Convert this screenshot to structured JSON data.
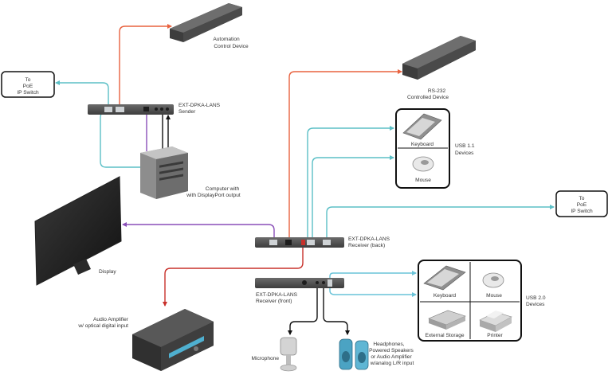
{
  "labels": {
    "automation_line1": "Automation",
    "automation_line2": "Control Device",
    "poe_left_line1": "To",
    "poe_left_line2": "PoE",
    "poe_left_line3": "IP Switch",
    "sender_line1": "EXT-DPKA-LANS",
    "sender_line2": "Sender",
    "computer_line1": "Computer with",
    "computer_line2": "with DisplayPort output",
    "rs232_line1": "RS-232",
    "rs232_line2": "Controlled Device",
    "usb11_keyboard": "Keyboard",
    "usb11_mouse": "Mouse",
    "usb11_line1": "USB 1.1",
    "usb11_line2": "Devices",
    "poe_right_line1": "To",
    "poe_right_line2": "PoE",
    "poe_right_line3": "IP Switch",
    "display": "Display",
    "receiver_back_line1": "EXT-DPKA-LANS",
    "receiver_back_line2": "Receiver (back)",
    "receiver_front_line1": "EXT-DPKA-LANS",
    "receiver_front_line2": "Receiver (front)",
    "usb20_keyboard": "Keyboard",
    "usb20_mouse": "Mouse",
    "usb20_storage": "External Storage",
    "usb20_printer": "Printer",
    "usb20_line1": "USB 2.0",
    "usb20_line2": "Devices",
    "amp_line1": "Audio Amplifier",
    "amp_line2": "w/ optical digital input",
    "microphone": "Microphone",
    "headphones_line1": "Headphones,",
    "headphones_line2": "Powered Speakers",
    "headphones_line3": "or Audio Amplifier",
    "headphones_line4": "w/analog L/R input"
  },
  "colors": {
    "serial_cable": "#e8623f",
    "ethernet_cable": "#5bbfc6",
    "displayport_cable": "#8a4fb8",
    "usb_cable": "#111111",
    "optical_cable": "#c8302a",
    "usb20_cable": "#69c3d8",
    "device_body": "#4b4b4b",
    "box_border": "#111111"
  },
  "icons": {
    "sender": "extender-sender-icon",
    "receiver_back": "extender-receiver-back-icon",
    "receiver_front": "extender-receiver-front-icon",
    "automation": "control-device-icon",
    "rs232": "serial-device-icon",
    "computer": "tower-computer-icon",
    "display": "monitor-icon",
    "amplifier": "av-receiver-icon",
    "microphone": "microphone-icon",
    "headphones": "speakers-icon",
    "keyboard": "keyboard-icon",
    "mouse": "mouse-icon",
    "storage": "hard-drive-icon",
    "printer": "printer-icon"
  }
}
